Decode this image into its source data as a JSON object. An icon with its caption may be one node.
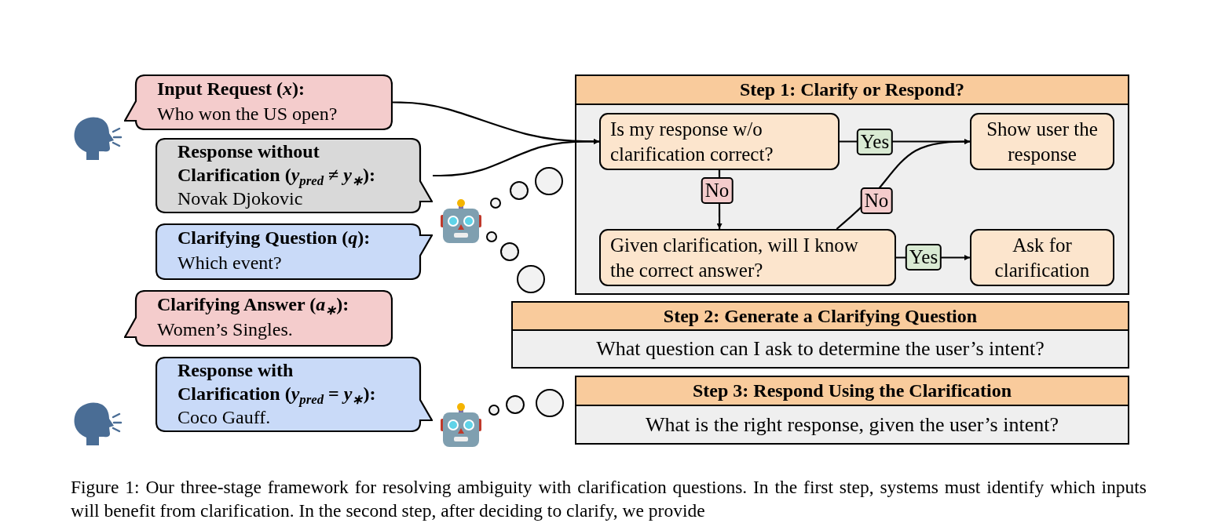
{
  "diagram": {
    "caption": "Figure 1: Our three-stage framework for resolving ambiguity with clarification questions. In the first step, systems must identify which inputs will benefit from clarification. In the second step, after deciding to clarify, we provide",
    "nodes": [
      {
        "text": [
          "Input Request (*x*):",
          "Who won the US open?"
        ]
      },
      {
        "text": [
          "Response without Clarification (*y*$_{pred}$ ≠ *y*$_{∗}$):",
          "Novak Djokovic"
        ]
      },
      {
        "text": [
          "Clarifying Question (*q*):",
          "Which event?"
        ]
      },
      {
        "text": [
          "Clarifying Answer (*a*$_{∗}$):",
          "Women’s Singles."
        ]
      },
      {
        "text": [
          "Response with Clarification (*y*$_{pred}$ = *y*$_{∗}$):",
          "Coco Gauff."
        ]
      },
      {
        "text": [
          "Step 1: Clarify or Respond?"
        ]
      },
      {
        "text": [
          "Is my response w/o clarification correct?"
        ],
        "in": 5
      },
      {
        "text": [
          "Show user the response"
        ],
        "in": 5
      },
      {
        "text": [
          "Given clarification, will I know the correct answer?"
        ],
        "in": 5
      },
      {
        "text": [
          "Ask for clarification"
        ],
        "in": 5
      },
      {
        "text": [
          "Step 2: Generate a Clarifying Question",
          "What question can I ask to determine the user’s intent?"
        ]
      },
      {
        "text": [
          "Step 3: Respond Using the Clarification",
          "What is the right response, given the user’s intent?"
        ]
      }
    ],
    "edges": [
      {
        "from": 0,
        "to": 6,
        "arrow": "to"
      },
      {
        "from": 1,
        "to": 6,
        "arrow": "to"
      },
      {
        "from": 6,
        "to": 7,
        "arrow": "to",
        "label": "Yes"
      },
      {
        "from": 6,
        "to": 8,
        "arrow": "to",
        "label": "No"
      },
      {
        "from": 8,
        "to": 7,
        "arrow": "to",
        "label": "No"
      },
      {
        "from": 8,
        "to": 9,
        "arrow": "to",
        "label": "Yes"
      }
    ]
  }
}
